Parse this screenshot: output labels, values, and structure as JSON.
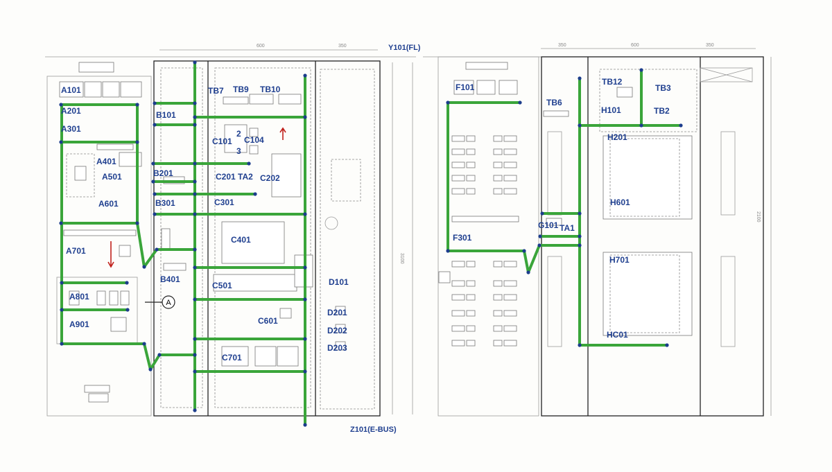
{
  "title_top": "Y101(FL)",
  "title_bottom": "Z101(E-BUS)",
  "callout": "A",
  "dimensions": {
    "left_top": [
      "600",
      "350"
    ],
    "right_top": [
      "350",
      "600",
      "350"
    ],
    "left_height": "3100",
    "right_height": "2100"
  },
  "left_panel": [
    "A101",
    "A201",
    "A301",
    "A401",
    "A501",
    "A601",
    "A701",
    "A801",
    "A901"
  ],
  "b_column": [
    "B101",
    "B201",
    "B301",
    "B401"
  ],
  "c_column": [
    "TB7",
    "TB9",
    "TB10",
    "C101",
    "2",
    "3",
    "C104",
    "C201",
    "TA2",
    "C202",
    "C301",
    "C401",
    "C501",
    "C601",
    "C701"
  ],
  "d_column": [
    "D101",
    "D201",
    "D202",
    "D203"
  ],
  "f_panel": [
    "F101",
    "F301"
  ],
  "right_cabinet": [
    "TB6",
    "TB12",
    "TB3",
    "H101",
    "TB2",
    "H201",
    "H601",
    "G101",
    "TA1",
    "H701",
    "HC01"
  ],
  "colors": {
    "wire": "#3aa53a",
    "label": "#1f3f8f",
    "arrow": "#c0201b"
  }
}
